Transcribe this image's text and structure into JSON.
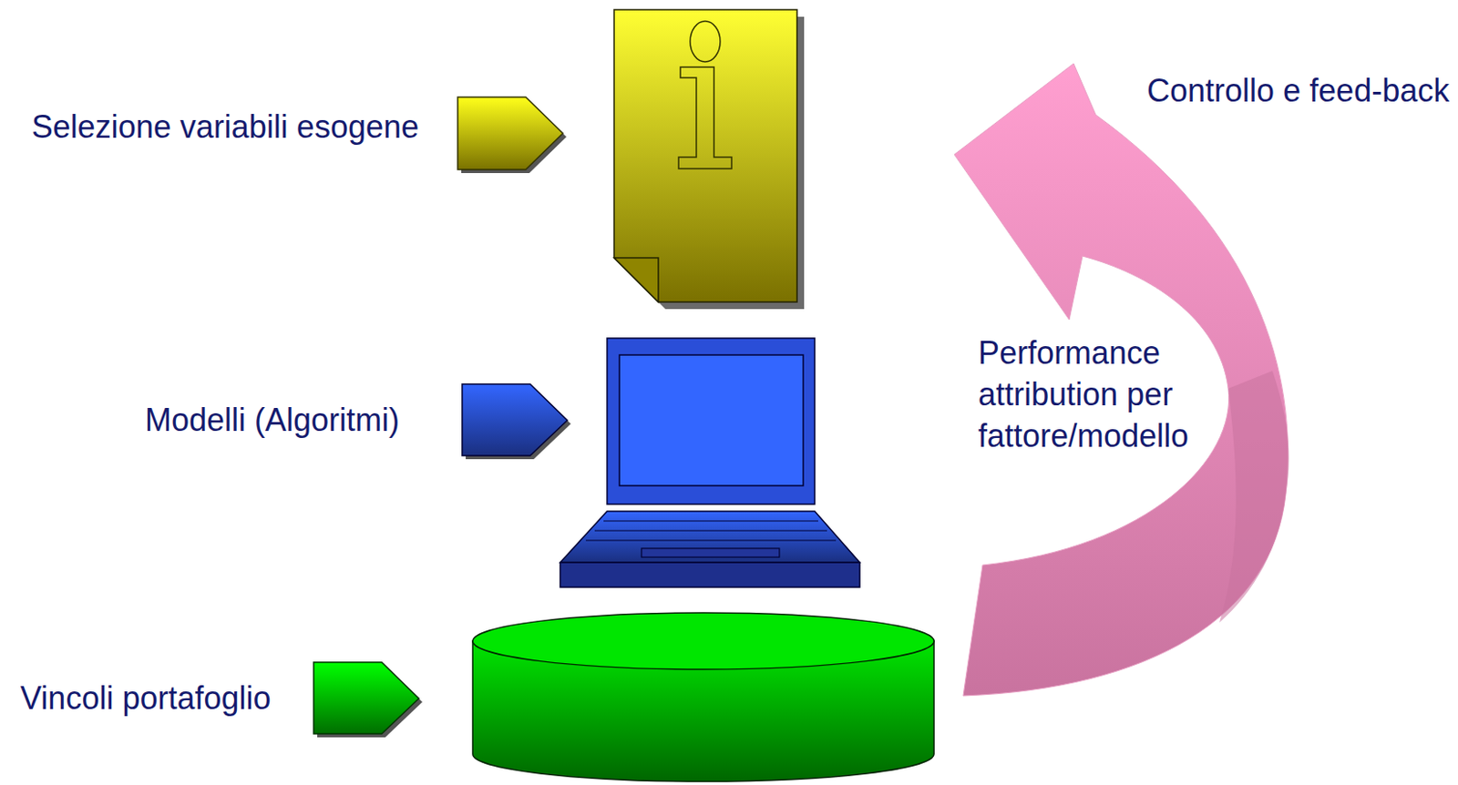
{
  "diagram": {
    "labels": [
      "Selezione variabili esogene",
      "Modelli (Algoritmi)",
      "Vincoli portafoglio",
      "Controllo e feed-back",
      "Performance attribution per fattore/modello"
    ]
  }
}
